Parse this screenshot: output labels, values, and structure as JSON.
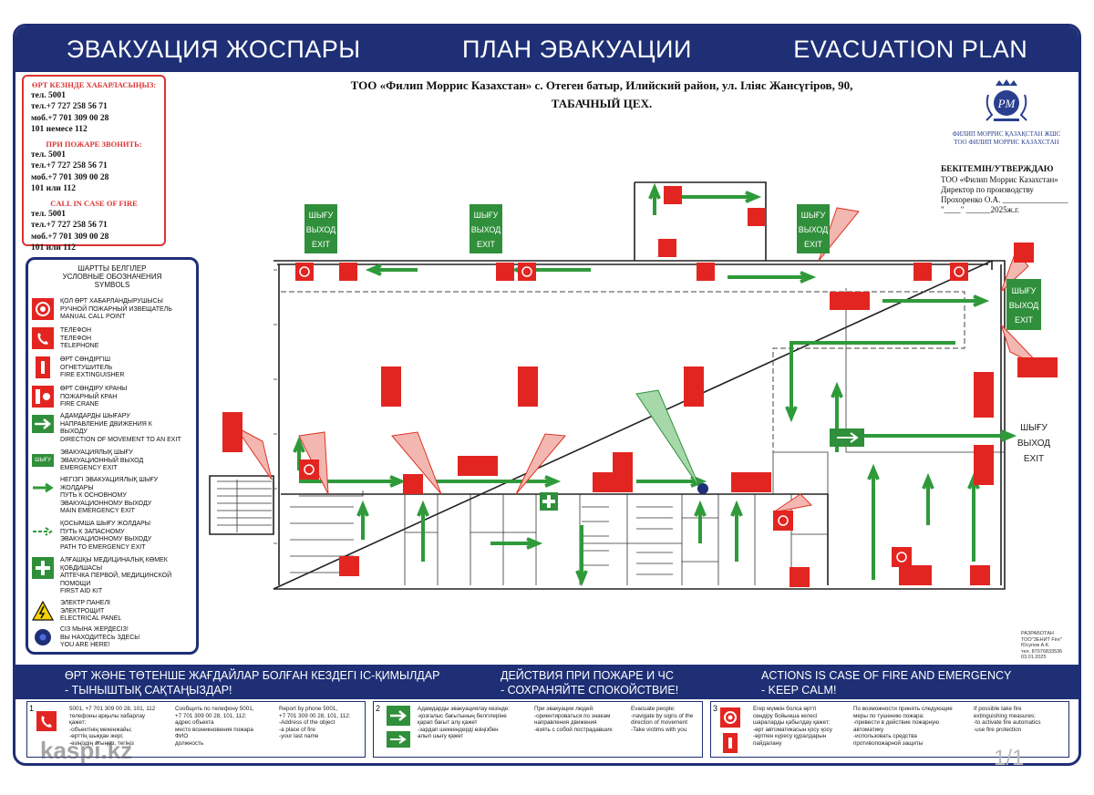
{
  "titles": {
    "kz": "ЭВАКУАЦИЯ ЖОСПАРЫ",
    "ru": "ПЛАН ЭВАКУАЦИИ",
    "en": "EVACUATION PLAN"
  },
  "contacts": {
    "kz_title": "ӨРТ КЕЗІНДЕ ХАБАРЛАСЫҢЫЗ:",
    "kz_lines": [
      "тел. 5001",
      "тел.+7 727 258 56 71",
      "моб.+7 701 309 00 28",
      "101 немесе 112"
    ],
    "ru_title": "ПРИ ПОЖАРЕ ЗВОНИТЬ:",
    "ru_lines": [
      "тел. 5001",
      "тел.+7 727 258 56 71",
      "моб.+7 701 309 00 28",
      "101 или 112"
    ],
    "en_title": "CALL IN CASE OF FIRE",
    "en_lines": [
      "тел. 5001",
      "тел.+7 727 258 56 71",
      "моб.+7 701 309 00 28",
      "101 или 112"
    ]
  },
  "header": {
    "line1": "ТОО «Филип Моррис Казахстан» с. Отеген батыр, Илийский район,  ул. Іліяс Жансүгіров, 90,",
    "line2": "ТАБАЧНЫЙ ЦЕХ."
  },
  "logo": {
    "line1": "ФИЛИП МОРРИС ҚАЗАҚСТАН ЖШС",
    "line2": "ТОО ФИЛИП МОРРИС КАЗАХСТАН",
    "mark": "PM"
  },
  "approval": {
    "title": "БЕКІТЕМІН/УТВЕРЖДАЮ",
    "line1": "ТОО «Филип Моррис Казахстан»",
    "line2": "Директор по производству",
    "line3": "Прохоренко О.А. ________________",
    "line4": "\"____\" ______2025ж.г."
  },
  "legend": {
    "title": [
      "ШАРТТЫ БЕЛГІЛЕР",
      "УСЛОВНЫЕ ОБОЗНАЧЕНИЯ",
      "SYMBOLS"
    ],
    "items": [
      {
        "icon": "manual-call-point-icon",
        "text": [
          "ҚОЛ ӨРТ ХАБАРЛАНДЫРУШЫСЫ",
          "РУЧНОЙ ПОЖАРНЫЙ ИЗВЕЩАТЕЛЬ",
          "MANUAL CALL POINT"
        ]
      },
      {
        "icon": "telephone-icon",
        "text": [
          "ТЕЛЕФОН",
          "ТЕЛЕФОН",
          "TELEPHONE"
        ]
      },
      {
        "icon": "fire-extinguisher-icon",
        "text": [
          "ӨРТ СӨНДІРГІШ",
          "ОГНЕТУШИТЕЛЬ",
          "FIRE EXTINGUISHER"
        ]
      },
      {
        "icon": "fire-crane-icon",
        "text": [
          "ӨРТ СӨНДІРУ КРАНЫ",
          "ПОЖАРНЫЙ КРАН",
          "FIRE CRANE"
        ]
      },
      {
        "icon": "exit-direction-icon",
        "text": [
          "АДАМДАРДЫ ШЫҒАРУ",
          "НАПРАВЛЕНИЕ ДВИЖЕНИЯ К",
          "ВЫХОДУ",
          "DIRECTION OF MOVEMENT TO AN EXIT"
        ]
      },
      {
        "icon": "emergency-exit-icon",
        "label": "ШЫҒУ",
        "text": [
          "ЭВАКУАЦИЯЛЫҚ ШЫҒУ",
          "ЭВАКУАЦИОННЫЙ ВЫХОД",
          "EMERGENCY EXIT"
        ]
      },
      {
        "icon": "main-exit-path-icon",
        "text": [
          "НЕГІЗГІ ЭВАКУАЦИЯЛЫҚ ШЫҒУ",
          "ЖОЛДАРЫ",
          "ПУТЬ К ОСНОВНОМУ",
          "ЭВАКУАЦИОННОМУ ВЫХОДУ",
          "MAIN EMERGENCY EXIT"
        ]
      },
      {
        "icon": "emergency-exit-path-icon",
        "text": [
          "ҚОСЫМША ШЫҒУ ЖОЛДАРЫ",
          "ПУТЬ К ЗАПАСНОМУ",
          "ЭВАКУАЦИОННОМУ ВЫХОДУ",
          "PATH TO EMERGENCY EXIT"
        ]
      },
      {
        "icon": "first-aid-icon",
        "text": [
          "АЛҒАШҚЫ МЕДИЦИНАЛЫҚ КӨМЕК",
          "ҚОБДИШАСЫ",
          "АПТЕЧКА ПЕРВОЙ, МЕДИЦИНСКОЙ",
          "ПОМОЩИ",
          "FIRST AID KIT"
        ]
      },
      {
        "icon": "electrical-panel-icon",
        "text": [
          "ЭЛЕКТР ПАНЕЛІ",
          "ЭЛЕКТРОЩИТ",
          "ELECTRICAL PANEL"
        ]
      },
      {
        "icon": "you-are-here-icon",
        "text": [
          "СІЗ МЫНА ЖЕРДЕСІЗ!",
          "ВЫ НАХОДИТЕСЬ ЗДЕСЬ!",
          "YOU ARE HERE!"
        ]
      }
    ]
  },
  "exit_sign": {
    "l1": "ШЫҒУ",
    "l2": "ВЫХОД",
    "l3": "EXIT"
  },
  "developer": [
    "РАЗРАБОТАН",
    "ТОО\"ЗЕНИТ Fire\"",
    "Юсупов А.К.",
    "тел. 87076833536",
    "03.01.2025"
  ],
  "bottom_titles": {
    "kz": "ӨРТ ЖӘНЕ ТӨТЕНШЕ ЖАҒДАЙЛАР БОЛҒАН КЕЗДЕГІ ІС-ҚИМЫЛДАР",
    "kz2": "- ТЫНЫШТЫҚ САҚТАҢЫЗДАР!",
    "ru": "ДЕЙСТВИЯ ПРИ ПОЖАРЕ И ЧС",
    "ru2": "- СОХРАНЯЙТЕ СПОКОЙСТВИЕ!",
    "en": "ACTIONS IS CASE OF FIRE AND EMERGENCY",
    "en2": "- KEEP CALM!"
  },
  "steps": [
    {
      "num": "1",
      "kz": [
        "5001, +7 701 309 00 28, 101, 112",
        "телефоны арқылы хабарлау",
        "қажет:",
        "-объектінің мекенжайы;",
        "-өрттің шыққан жері;",
        "-өзіңіздің атыңыз, тегіңіз"
      ],
      "ru": [
        "Сообщить по телефону 5001,",
        "+7 701 309 00 28,  101,  112:",
        "адрес объекта",
        "место возникновения пожара",
        "ФИО",
        "должность"
      ],
      "en": [
        "Report by phone  5001,",
        "+7 701 309 00 28, 101, 112:",
        "-Address of the object",
        "-a place of fire",
        "-your last name"
      ]
    },
    {
      "num": "2",
      "kz": [
        "Адамдарды эвакуациялау кезінде:",
        "-қозғалыс бағытының белгілеріне",
        "қарап бағыт алу қажет",
        "-зардап шеккендерді өзіңізбен",
        "алып шығу қажет"
      ],
      "ru": [
        "При эвакуации людей:",
        "-ориентироваться по знакам",
        "направления движения",
        "-взять с собой пострадавших"
      ],
      "en": [
        "Evacuate people:",
        "-navigate by signs of the",
        "direction of movement",
        "-Take victims with you"
      ]
    },
    {
      "num": "3",
      "kz": [
        "Егер мүмкін болса өртті",
        "сөндіру бойынша келесі",
        "шараларды қабылдау қажет:",
        "-өрт автоматикасын қосу қосу",
        "-өртпен күресу құралдарын",
        "пайдалану"
      ],
      "ru": [
        "По возможности принять следующие",
        "меры по тушению пожара:",
        "-привести в действие пожарную",
        "автоматику",
        "-использовать средства",
        "противопожарной защиты"
      ],
      "en": [
        "If possible take fire",
        "extinguishing measures:",
        "-to activate fire automatics",
        "-use fire protection"
      ]
    }
  ],
  "watermark": "kaspi.kz",
  "pager": "1/1",
  "colors": {
    "navy": "#1e2f75",
    "red": "#e32521",
    "green": "#2f8f3a"
  }
}
